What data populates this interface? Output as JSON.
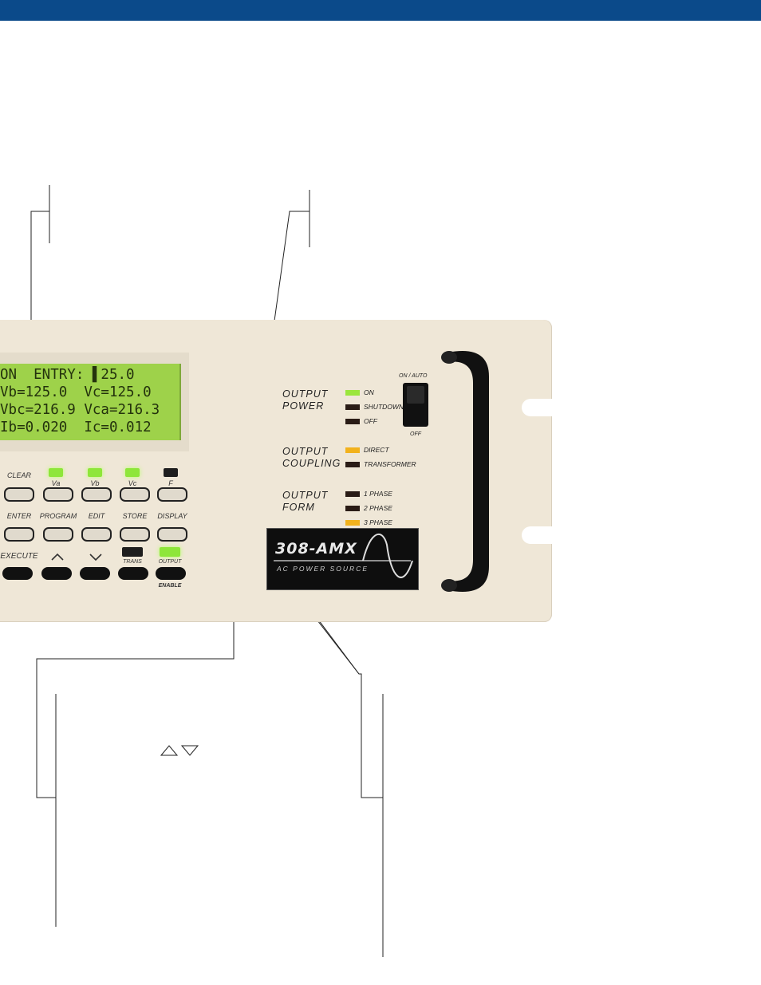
{
  "lcd": {
    "line1": "ON  ENTRY: ▌25.0",
    "line2": "Vb=125.0  Vc=125.0",
    "line3": "Vbc=216.9 Vca=216.3",
    "line4": "Ib=0.020  Ic=0.012"
  },
  "keypad": {
    "row1": [
      "CLEAR",
      "",
      "",
      "",
      ""
    ],
    "row1_sub": [
      "",
      "Va",
      "Vb",
      "Vc",
      "F"
    ],
    "row2": [
      "ENTER",
      "PROGRAM",
      "EDIT",
      "STORE",
      "DISPLAY"
    ],
    "row3": [
      "EXECUTE",
      "",
      "",
      "TRANS",
      "OUTPUT"
    ],
    "enable_label": "ENABLE",
    "up_arrow": "up-arrow-icon",
    "down_arrow": "down-arrow-icon"
  },
  "output_power": {
    "title": [
      "OUTPUT",
      "POWER"
    ],
    "items": [
      "ON",
      "SHUTDOWN",
      "OFF"
    ],
    "active": "ON"
  },
  "output_coupling": {
    "title": [
      "OUTPUT",
      "COUPLING"
    ],
    "items": [
      "DIRECT",
      "TRANSFORMER"
    ],
    "active": "DIRECT"
  },
  "output_form": {
    "title": [
      "OUTPUT",
      "FORM"
    ],
    "items": [
      "1 PHASE",
      "2 PHASE",
      "3 PHASE"
    ],
    "active": "3 PHASE"
  },
  "switch": {
    "top_label": "ON / AUTO",
    "bottom_label": "OFF"
  },
  "badge": {
    "model": "308-AMX",
    "subtitle": "AC POWER SOURCE"
  },
  "colors": {
    "header_bar": "#0b4a8a",
    "panel": "#efe7d7",
    "lcd": "#9ed24a",
    "led_green": "#8ee63a",
    "led_amber": "#f2b21c"
  }
}
